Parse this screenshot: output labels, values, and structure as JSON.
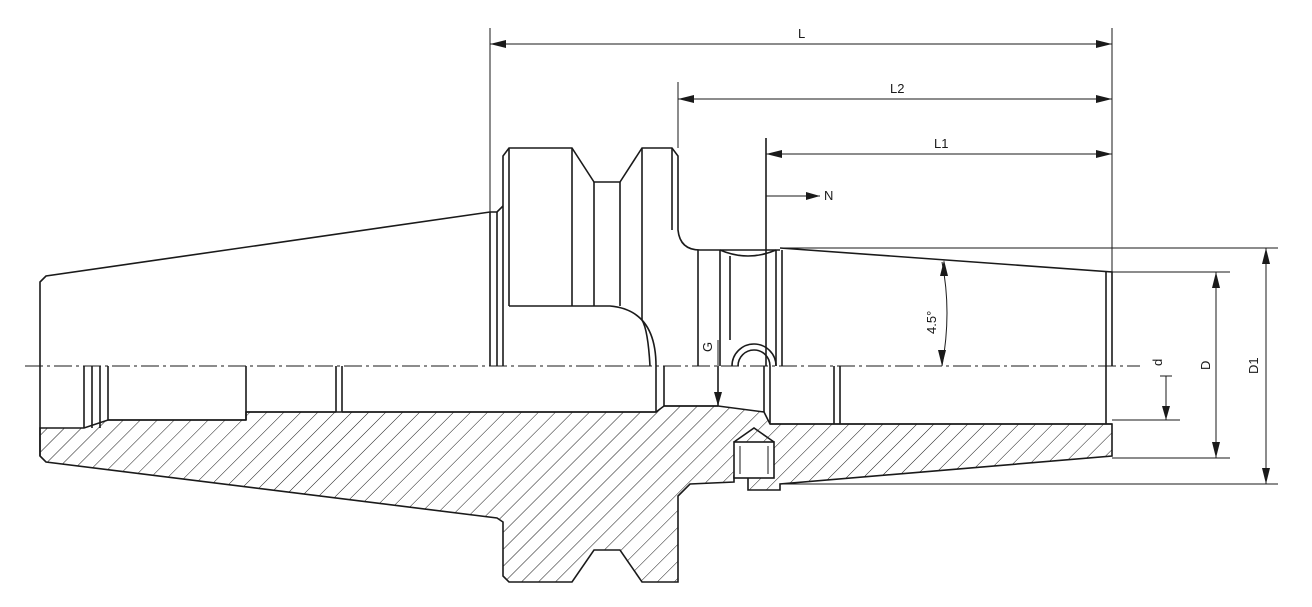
{
  "dimensions": {
    "L": "L",
    "L2": "L2",
    "L1": "L1",
    "N": "N",
    "G": "G",
    "angle": "4.5°",
    "d": "d",
    "D": "D",
    "D1": "D1"
  }
}
